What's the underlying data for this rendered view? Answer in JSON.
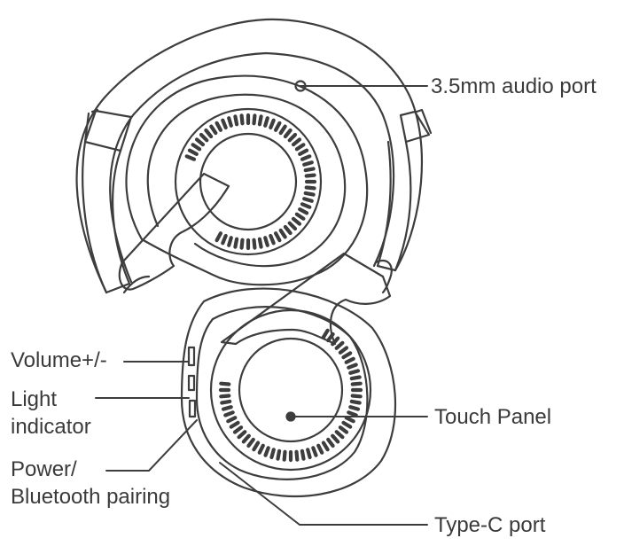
{
  "labels": {
    "audio_port": "3.5mm audio port",
    "volume": "Volume+/-",
    "light_line1": "Light",
    "light_line2": "indicator",
    "power_line1": "Power/",
    "power_line2": "Bluetooth pairing",
    "touch_panel": "Touch Panel",
    "type_c": "Type-C port"
  },
  "colors": {
    "stroke": "#3d3d3d",
    "text": "#3a3a3a",
    "background": "#ffffff"
  }
}
